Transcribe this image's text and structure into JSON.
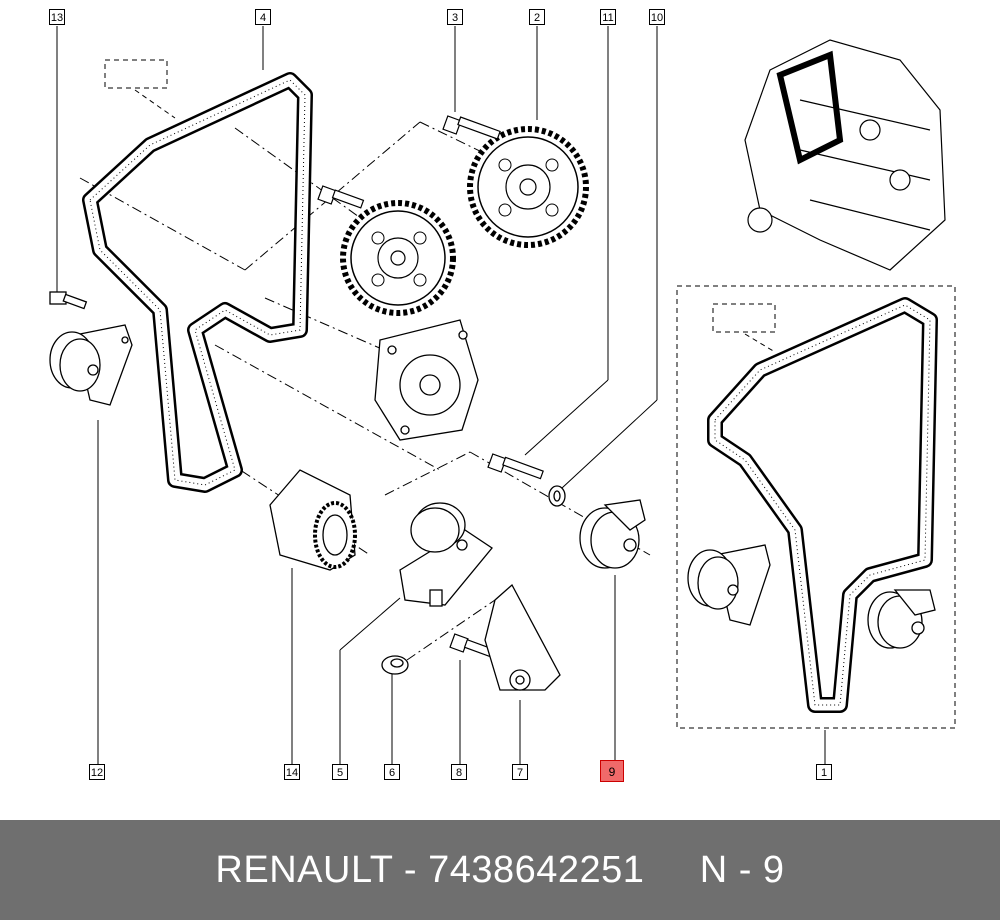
{
  "callouts": {
    "c1": "1",
    "c2": "2",
    "c3": "3",
    "c4": "4",
    "c5": "5",
    "c6": "6",
    "c7": "7",
    "c8": "8",
    "c9": "9",
    "c10": "10",
    "c11": "11",
    "c12": "12",
    "c13": "13",
    "c14": "14"
  },
  "highlight_color": "#f06a6a",
  "footer": {
    "brand": "RENAULT",
    "sep1": " - ",
    "part_number": "7438642251",
    "gap": "     ",
    "position": "N - 9",
    "background": "#6f6f6f"
  }
}
